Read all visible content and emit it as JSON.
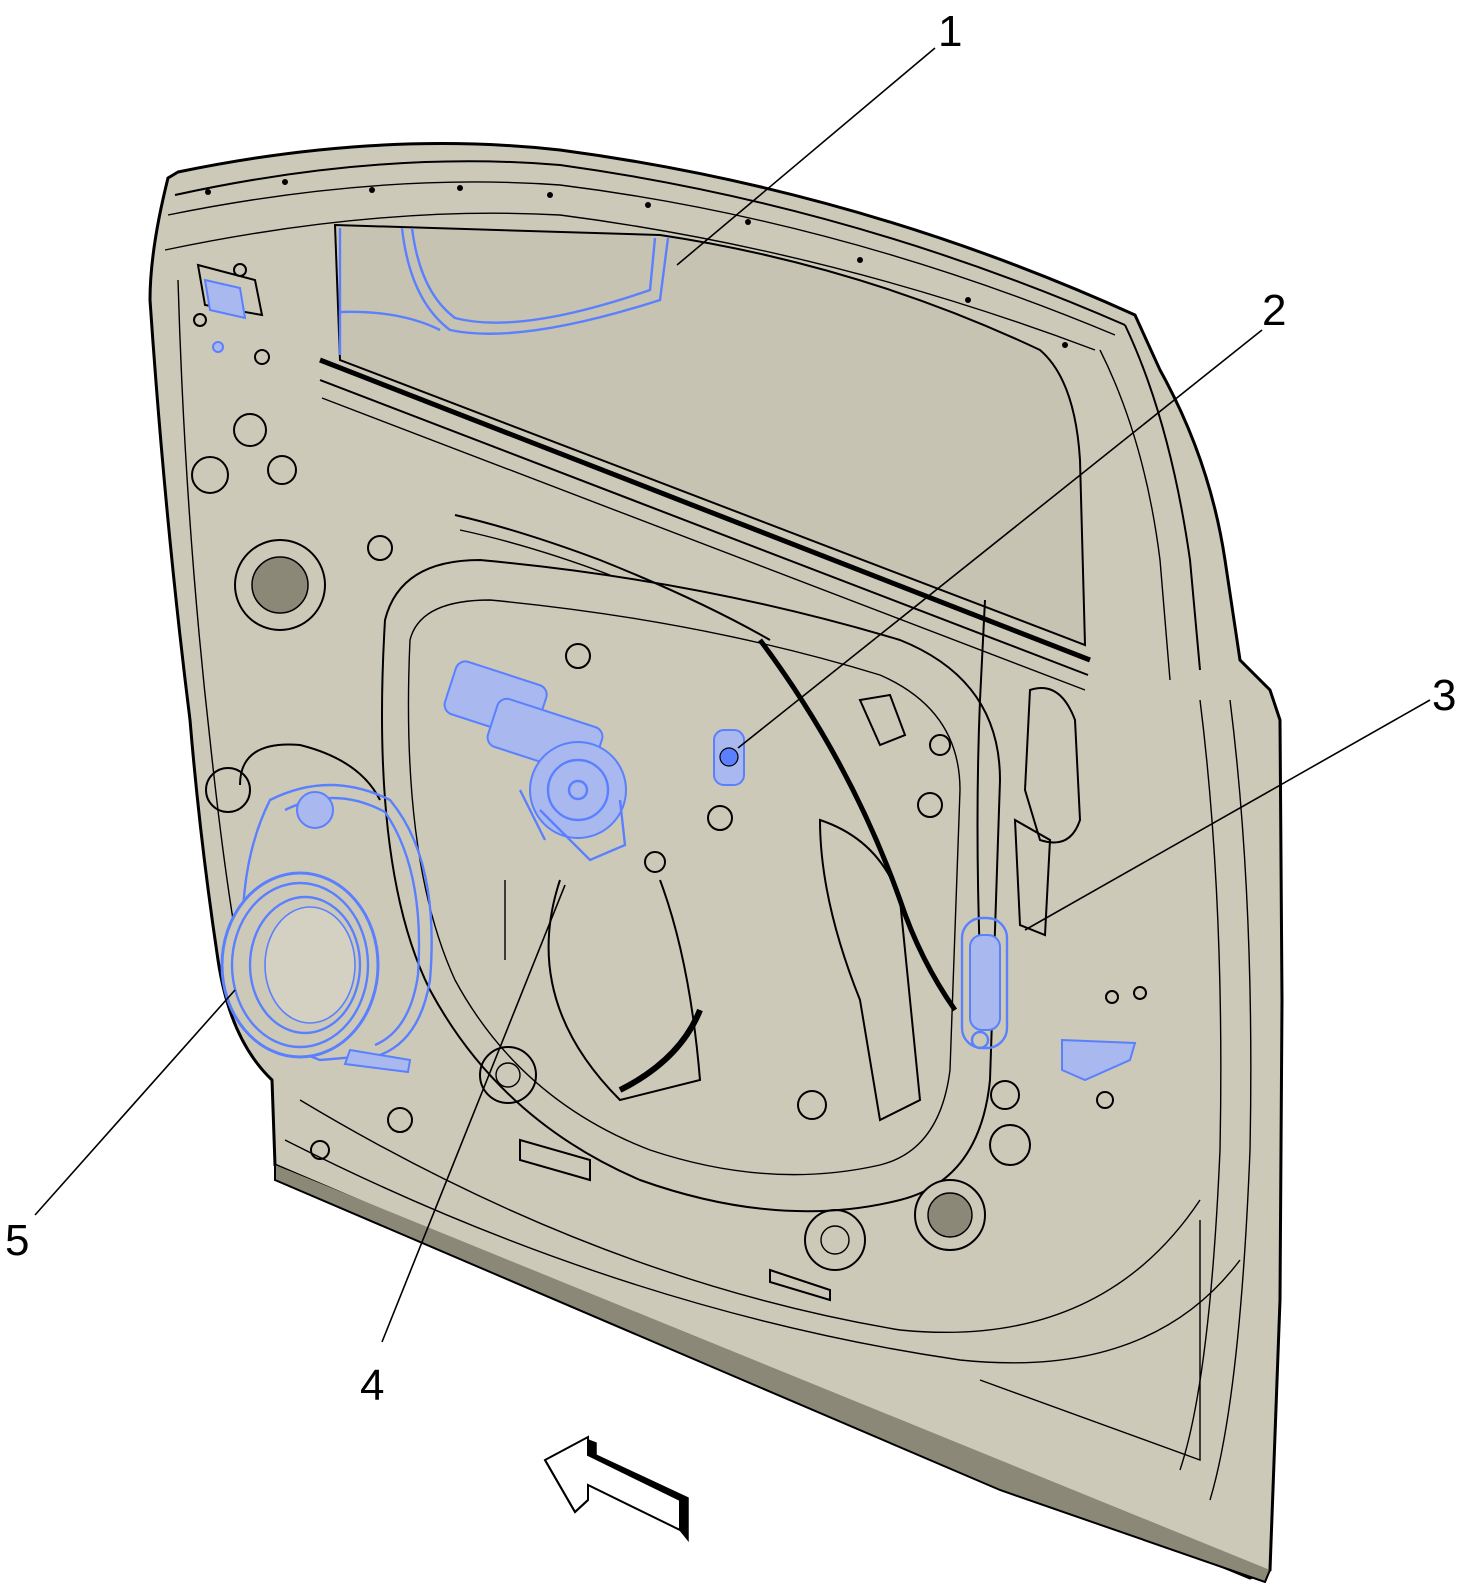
{
  "callouts": [
    {
      "id": "1",
      "label": "1"
    },
    {
      "id": "2",
      "label": "2"
    },
    {
      "id": "3",
      "label": "3"
    },
    {
      "id": "4",
      "label": "4"
    },
    {
      "id": "5",
      "label": "5"
    }
  ],
  "colors": {
    "panel": "#cdc9b9",
    "outline": "#000000",
    "highlight": "#5a80ff",
    "highlight_fill": "#a9b8ee",
    "background": "#ffffff"
  },
  "icons": {
    "direction": "view-direction-arrow-icon"
  }
}
